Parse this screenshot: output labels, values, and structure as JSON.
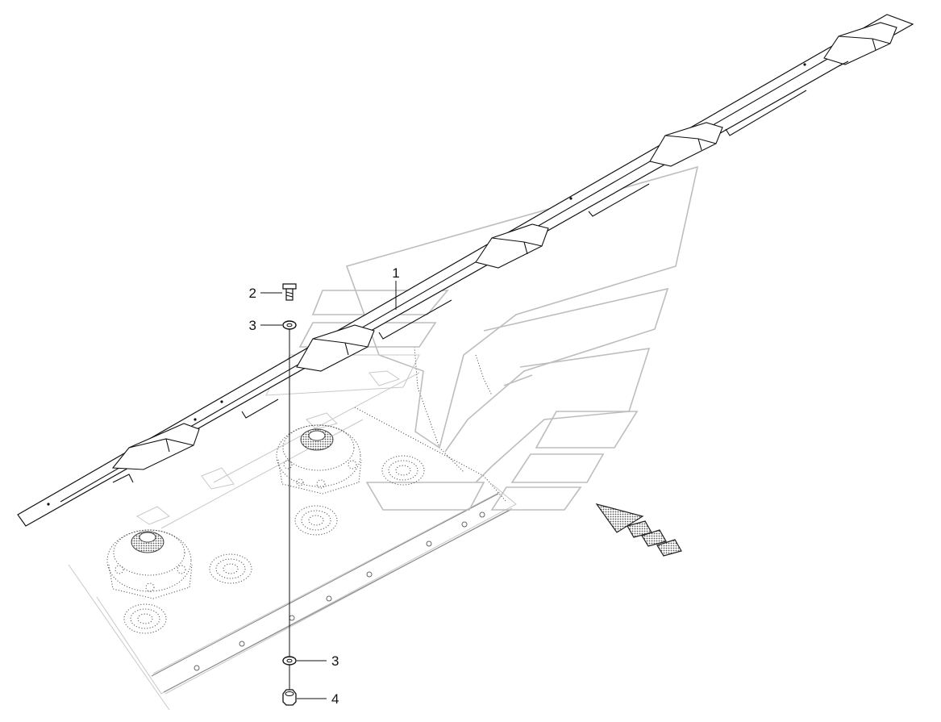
{
  "callouts": [
    {
      "id": "callout-1",
      "label": "1"
    },
    {
      "id": "callout-2",
      "label": "2"
    },
    {
      "id": "callout-3-top",
      "label": "3"
    },
    {
      "id": "callout-3-bottom",
      "label": "3"
    },
    {
      "id": "callout-4",
      "label": "4"
    }
  ],
  "colors": {
    "line": "#111111",
    "ghost": "#bdbdbd",
    "arrow_fill": "#9a9a9a"
  },
  "icons": {
    "direction_arrow": "travel-direction-arrow-icon"
  }
}
